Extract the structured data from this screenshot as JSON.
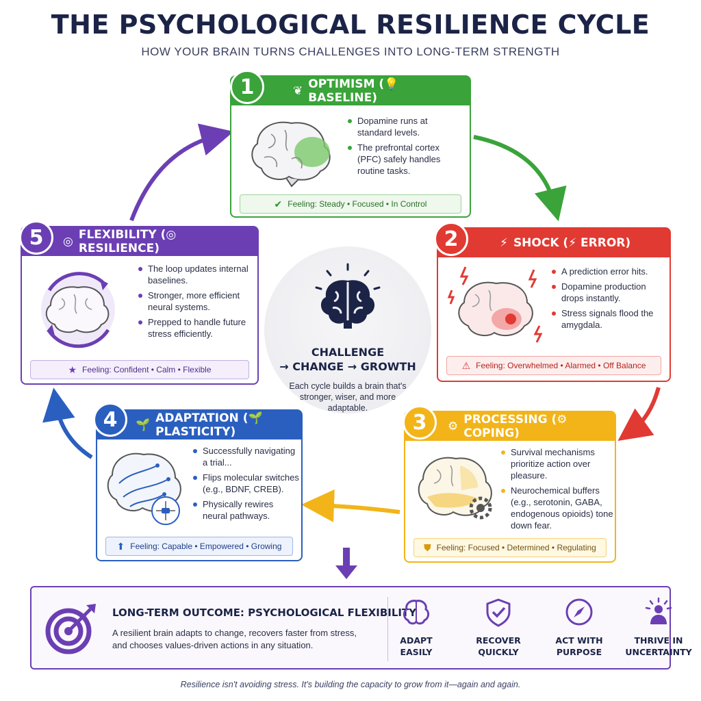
{
  "title": "THE PSYCHOLOGICAL RESILIENCE CYCLE",
  "subtitle": "HOW YOUR BRAIN TURNS CHALLENGES INTO LONG-TERM STRENGTH",
  "colors": {
    "green": "#3aa33a",
    "red": "#e03a33",
    "yellow": "#f2b418",
    "blue": "#2a5fbf",
    "purple": "#6b3fb3"
  },
  "stages": [
    {
      "number": "1",
      "icon": "leaf-icon",
      "title": "OPTIMISM (💡 BASELINE)",
      "bullets": [
        "Dopamine runs at standard levels.",
        "The prefrontal cortex (PFC) safely handles routine tasks."
      ],
      "feeling": "Feeling: Steady • Focused • In Control",
      "feeling_icon": "check-circle-icon"
    },
    {
      "number": "2",
      "icon": "lightning-icon",
      "title": "SHOCK (⚡ ERROR)",
      "bullets": [
        "A prediction error hits.",
        "Dopamine production drops instantly.",
        "Stress signals flood the amygdala."
      ],
      "feeling": "Feeling: Overwhelmed • Alarmed • Off Balance",
      "feeling_icon": "warning-icon"
    },
    {
      "number": "3",
      "icon": "gear-icon",
      "title": "PROCESSING (⚙ COPING)",
      "bullets": [
        "Survival mechanisms prioritize action over pleasure.",
        "Neurochemical buffers (e.g., serotonin, GABA, endogenous opioids) tone down fear."
      ],
      "feeling": "Feeling: Focused • Determined • Regulating",
      "feeling_icon": "shield-icon"
    },
    {
      "number": "4",
      "icon": "sprout-icon",
      "title": "ADAPTATION (🌱 PLASTICITY)",
      "bullets": [
        "Successfully navigating a trial...",
        "Flips molecular switches (e.g., BDNF, CREB).",
        "Physically rewires neural pathways."
      ],
      "feeling": "Feeling: Capable • Empowered • Growing",
      "feeling_icon": "arrow-up-icon"
    },
    {
      "number": "5",
      "icon": "spiral-icon",
      "title": "FLEXIBILITY (◎ RESILIENCE)",
      "bullets": [
        "The loop updates internal baselines.",
        "Stronger, more efficient neural systems.",
        "Prepped to handle future stress efficiently."
      ],
      "feeling": "Feeling: Confident • Calm • Flexible",
      "feeling_icon": "star-icon"
    }
  ],
  "center": {
    "title_line1": "CHALLENGE",
    "title_line2": "→ CHANGE → GROWTH",
    "description": "Each cycle builds a brain that's stronger, wiser, and more adaptable."
  },
  "outcome": {
    "title": "LONG-TERM OUTCOME: PSYCHOLOGICAL FLEXIBILITY",
    "description": "A resilient brain adapts to change, recovers faster from stress, and chooses values-driven actions in any situation.",
    "benefits": [
      {
        "line1": "ADAPT",
        "line2": "EASILY",
        "icon": "brain-icon"
      },
      {
        "line1": "RECOVER",
        "line2": "QUICKLY",
        "icon": "shield-check-icon"
      },
      {
        "line1": "ACT WITH",
        "line2": "PURPOSE",
        "icon": "compass-icon"
      },
      {
        "line1": "THRIVE IN",
        "line2": "UNCERTAINTY",
        "icon": "person-radiant-icon"
      }
    ]
  },
  "footnote": "Resilience isn't avoiding stress. It's building the capacity to grow from it—again and again."
}
